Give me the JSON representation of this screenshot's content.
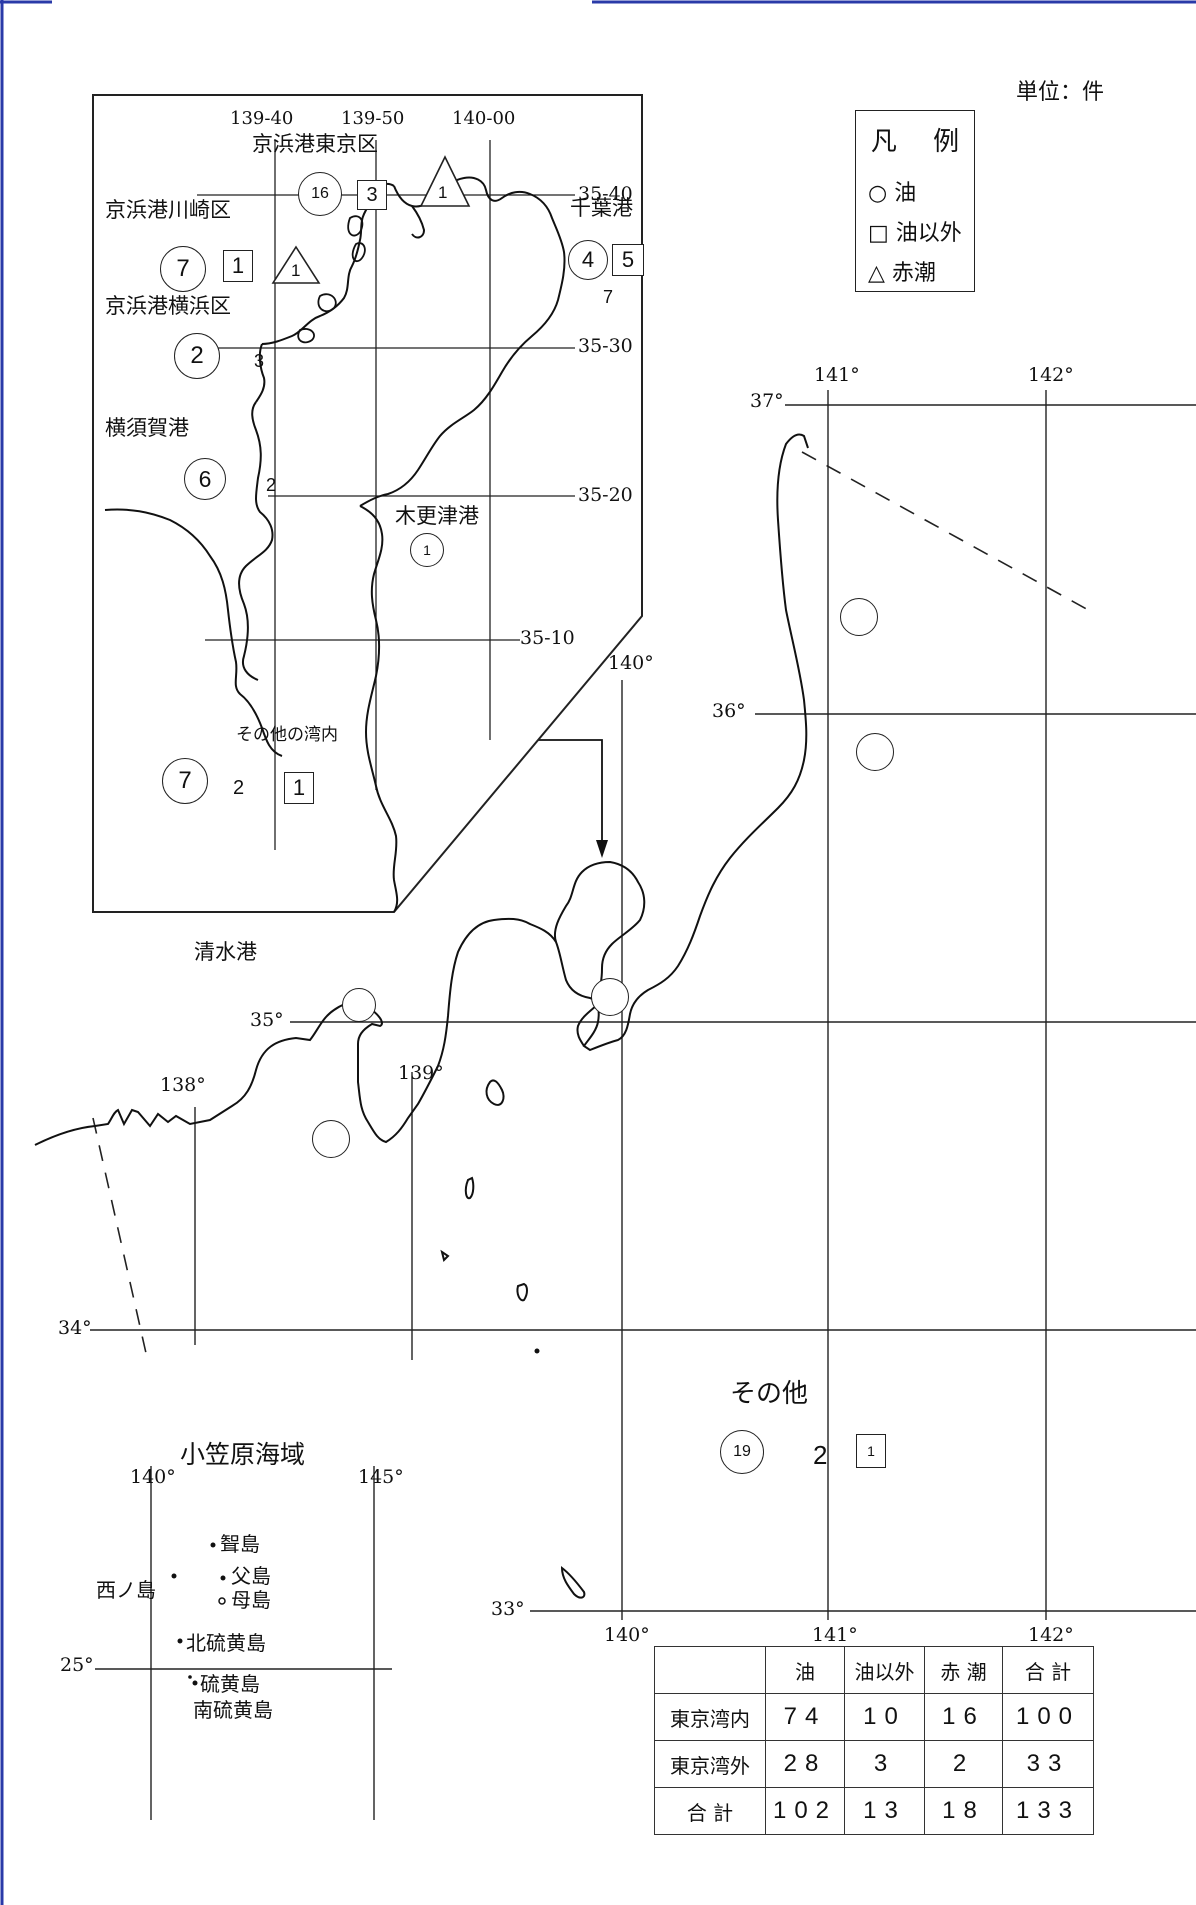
{
  "unit_note": "単位：件",
  "legend": {
    "title": "凡 例",
    "oil": "○ 油",
    "non_oil": "□ 油以外",
    "red_tide": "△ 赤潮"
  },
  "inset": {
    "lon_ticks": [
      "139-40",
      "139-50",
      "140-00"
    ],
    "lat_ticks": [
      "35-40",
      "35-30",
      "35-20",
      "35-10"
    ],
    "places": {
      "tokyo": "京浜港東京区",
      "kawasaki": "京浜港川崎区",
      "yokohama": "京浜港横浜区",
      "yokosuka": "横須賀港",
      "chiba": "千葉港",
      "kisarazu": "木更津港",
      "other_bay": "その他の湾内"
    },
    "counts": {
      "tokyo_oil": "16",
      "tokyo_non_oil": "3",
      "tokyo_red_tide": "1",
      "kawasaki_oil": "7",
      "kawasaki_non_oil": "1",
      "kawasaki_red_tide": "1",
      "yokohama_oil": "2",
      "yokohama_red_tide": "3",
      "yokosuka_oil": "6",
      "yokosuka_red_tide": "2",
      "chiba_oil": "4",
      "chiba_non_oil": "5",
      "chiba_red_tide": "7",
      "kisarazu_oil": "1",
      "other_bay_oil": "7",
      "other_bay_red_tide": "2",
      "other_bay_non_oil": "1"
    }
  },
  "main_map": {
    "lon_ticks": [
      "138°",
      "139°",
      "140°",
      "141°",
      "142°",
      "140°",
      "141°",
      "142°"
    ],
    "lat_ticks": [
      "37°",
      "36°",
      "35°",
      "34°",
      "33°"
    ],
    "shimizu": "清水港",
    "other": "その他",
    "other_oil": "19",
    "other_red_tide": "2",
    "other_non_oil": "1"
  },
  "ogasawara": {
    "title": "小笠原海域",
    "lon_ticks": [
      "140°",
      "145°"
    ],
    "lat_tick": "25°",
    "islands": [
      "聟島",
      "父島",
      "母島",
      "西ノ島",
      "北硫黄島",
      "硫黄島",
      "南硫黄島"
    ]
  },
  "summary_table": {
    "headers": [
      "",
      "油",
      "油以外",
      "赤 潮",
      "合 計"
    ],
    "rows": [
      [
        "東京湾内",
        "74",
        "10",
        "16",
        "100"
      ],
      [
        "東京湾外",
        "28",
        "3",
        "2",
        "33"
      ],
      [
        "合 計",
        "102",
        "13",
        "18",
        "133"
      ]
    ]
  }
}
